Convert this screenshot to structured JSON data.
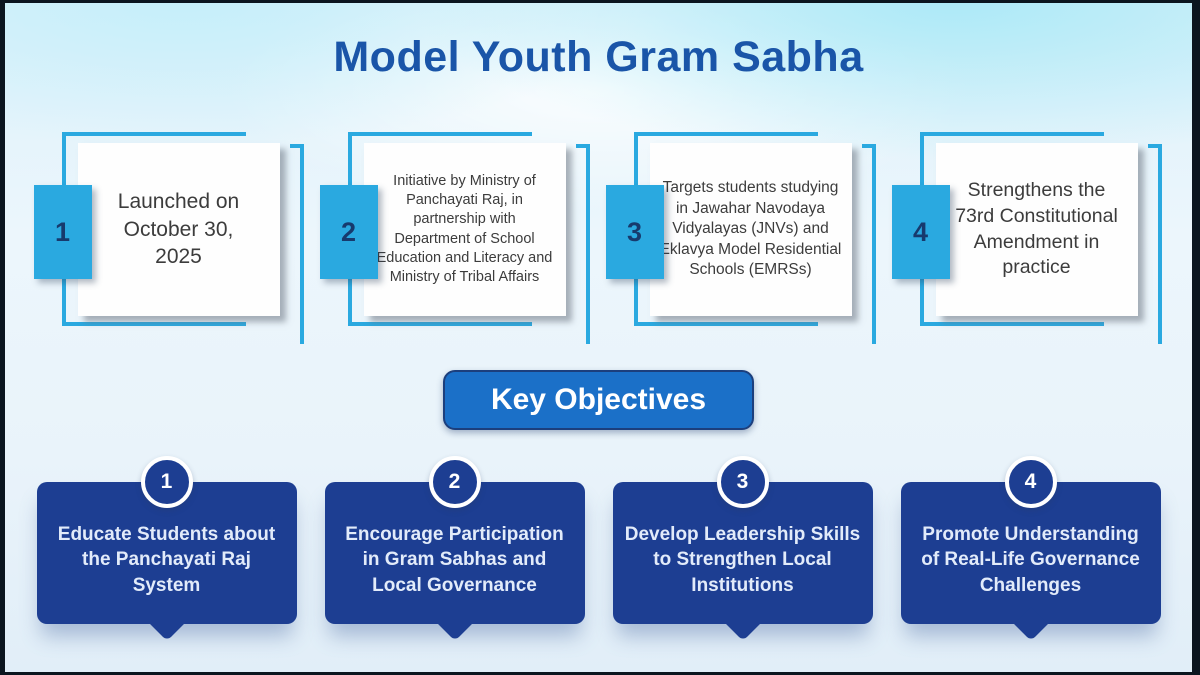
{
  "title": "Model Youth Gram Sabha",
  "section_heading": "Key Objectives",
  "colors": {
    "title_blue": "#1A55A8",
    "accent_cyan": "#2AA9E0",
    "badge_navy_text": "#173A6D",
    "button_blue": "#1B70C8",
    "objective_navy": "#1D3E92",
    "card_text_gray": "#3C3C3C"
  },
  "facts": [
    {
      "number": "1",
      "text": "Launched on October 30, 2025"
    },
    {
      "number": "2",
      "text": "Initiative by Ministry of Panchayati Raj, in partnership with Department of School Education and Literacy and Ministry of Tribal Affairs"
    },
    {
      "number": "3",
      "text": "Targets students studying in Jawahar Navodaya Vidyalayas (JNVs) and Eklavya Model Residential Schools (EMRSs)"
    },
    {
      "number": "4",
      "text": "Strengthens the 73rd Constitutional Amendment in practice"
    }
  ],
  "objectives": [
    {
      "number": "1",
      "text": "Educate Students about the Panchayati Raj System"
    },
    {
      "number": "2",
      "text": "Encourage Participation in Gram Sabhas and Local Governance"
    },
    {
      "number": "3",
      "text": "Develop Leadership Skills to Strengthen Local Institutions"
    },
    {
      "number": "4",
      "text": "Promote Understanding of Real-Life Governance Challenges"
    }
  ]
}
